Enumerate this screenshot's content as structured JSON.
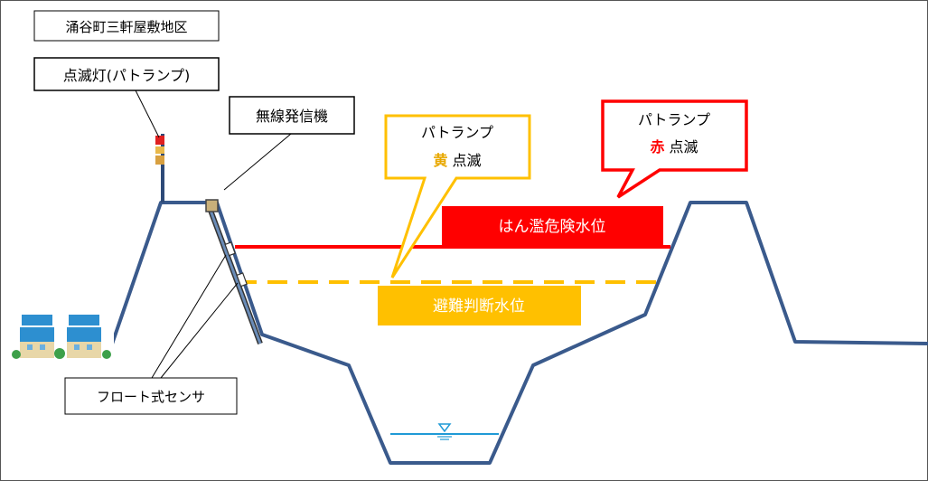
{
  "labels": {
    "area_name": "涌谷町三軒屋敷地区",
    "flash_lamp": "点滅灯(パトランプ)",
    "radio_transmitter": "無線発信機",
    "float_sensor": "フロート式センサ",
    "patlamp_yellow": {
      "line1": "パトランプ",
      "color_word": "黄",
      "line2_rest": " 点滅"
    },
    "patlamp_red": {
      "line1": "パトランプ",
      "color_word": "赤",
      "line2_rest": " 点滅"
    },
    "flood_danger_level": "はん濫危険水位",
    "evacuation_level": "避難判断水位"
  },
  "colors": {
    "embankment": "#3A5A8C",
    "danger_red": "#FF0000",
    "warning_yellow": "#FFC000",
    "yellow_text": "#E8A800",
    "water_line": "#1F9AD6",
    "callout_border": "#000000"
  }
}
